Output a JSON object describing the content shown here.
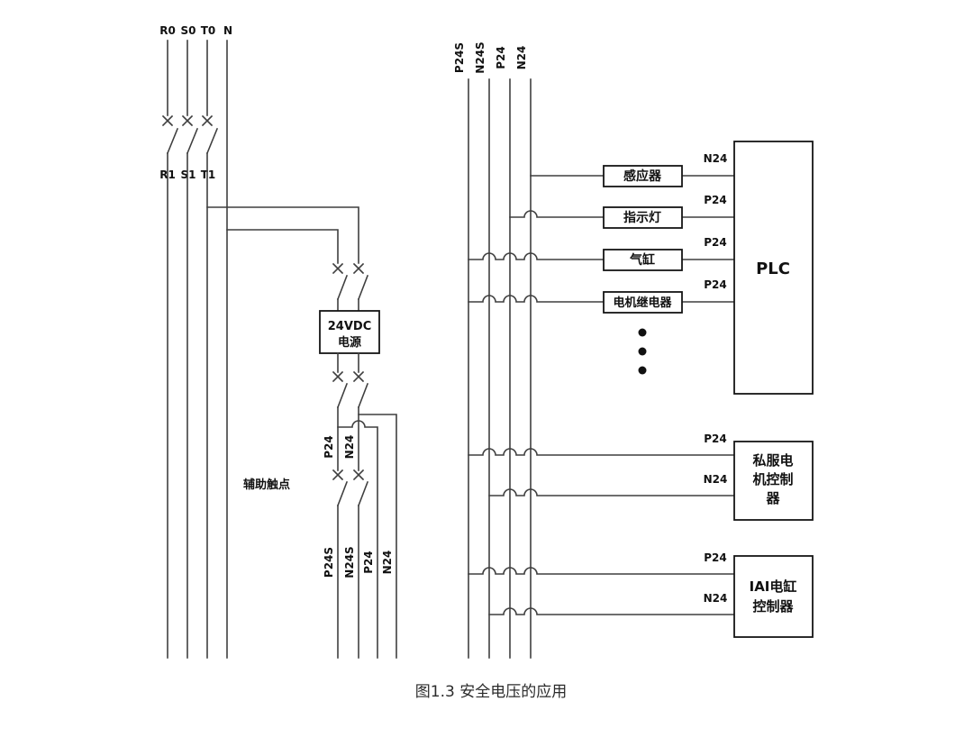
{
  "caption": "图1.3  安全电压的应用",
  "mains": {
    "top_labels": [
      "R0",
      "S0",
      "T0",
      "N"
    ],
    "mid_labels": [
      "R1",
      "S1",
      "T1"
    ]
  },
  "psu": {
    "line1": "24VDC",
    "line2": "电源"
  },
  "aux_contact_label": "辅助触点",
  "dc_rail_labels": {
    "p24": "P24",
    "n24": "N24"
  },
  "left_bus_labels": [
    "P24S",
    "N24S",
    "P24",
    "N24"
  ],
  "right_bus_labels": [
    "P24S",
    "N24S",
    "P24",
    "N24"
  ],
  "devices": [
    {
      "name": "感应器",
      "wire_label": "N24"
    },
    {
      "name": "指示灯",
      "wire_label": "P24"
    },
    {
      "name": "气缸",
      "wire_label": "P24"
    },
    {
      "name": "电机继电器",
      "wire_label": "P24"
    }
  ],
  "plc": {
    "label": "PLC"
  },
  "servo": {
    "lines": [
      "私服电",
      "机控制",
      "器"
    ],
    "wire_labels": [
      "P24",
      "N24"
    ]
  },
  "iai": {
    "lines": [
      "IAI电缸",
      "控制器"
    ],
    "wire_labels": [
      "P24",
      "N24"
    ]
  }
}
